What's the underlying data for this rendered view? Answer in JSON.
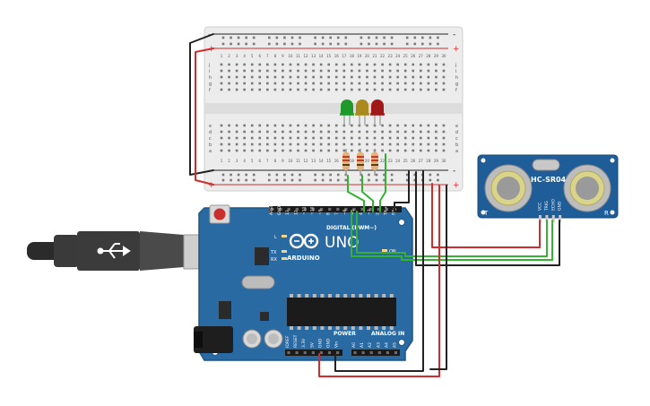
{
  "breadboard": {
    "rail_plus": "+",
    "rail_minus": "-",
    "row_letters_top": [
      "j",
      "i",
      "h",
      "g",
      "f"
    ],
    "row_letters_bottom": [
      "e",
      "d",
      "c",
      "b",
      "a"
    ],
    "column_numbers": [
      "1",
      "2",
      "3",
      "4",
      "5",
      "6",
      "7",
      "8",
      "9",
      "10",
      "11",
      "12",
      "13",
      "14",
      "15",
      "16",
      "17",
      "18",
      "19",
      "20",
      "21",
      "22",
      "23",
      "24",
      "25",
      "26",
      "27",
      "28",
      "29",
      "30"
    ]
  },
  "leds": [
    {
      "name": "green",
      "color": "#1f9a2a"
    },
    {
      "name": "yellow",
      "color": "#a88a1d"
    },
    {
      "name": "red",
      "color": "#a01818"
    }
  ],
  "sensor": {
    "model": "HC-SR04",
    "pins": [
      "VCC",
      "TRIG",
      "ECHO",
      "GND"
    ],
    "left_mark": "T",
    "right_mark": "R"
  },
  "arduino": {
    "brand": "ARDUINO",
    "model": "UNO",
    "digital_label": "DIGITAL (PWM~)",
    "power_label": "POWER",
    "analog_label": "ANALOG IN",
    "on_label": "ON",
    "l_label": "L",
    "tx_label": "TX",
    "rx_label": "RX",
    "ioref_label": "IOREF",
    "reset_label": "RESET",
    "digital_pins": [
      "AREF",
      "GND",
      "13",
      "12",
      "~11",
      "~10",
      "~9",
      "8",
      "7",
      "~6",
      "~5",
      "4",
      "~3",
      "2",
      "TX→1",
      "RX←0"
    ],
    "power_pins": [
      "IOREF",
      "RESET",
      "3.3V",
      "5V",
      "GND",
      "GND",
      "Vin"
    ],
    "analog_pins": [
      "A0",
      "A1",
      "A2",
      "A3",
      "A4",
      "A5"
    ]
  },
  "colors": {
    "board": "#2a6aa3",
    "board_edge": "#1d5583",
    "wire_red": "#d22b2b",
    "wire_black": "#222222",
    "wire_green": "#33b233",
    "breadboard": "#ececec",
    "sensor": "#1f5d99"
  }
}
